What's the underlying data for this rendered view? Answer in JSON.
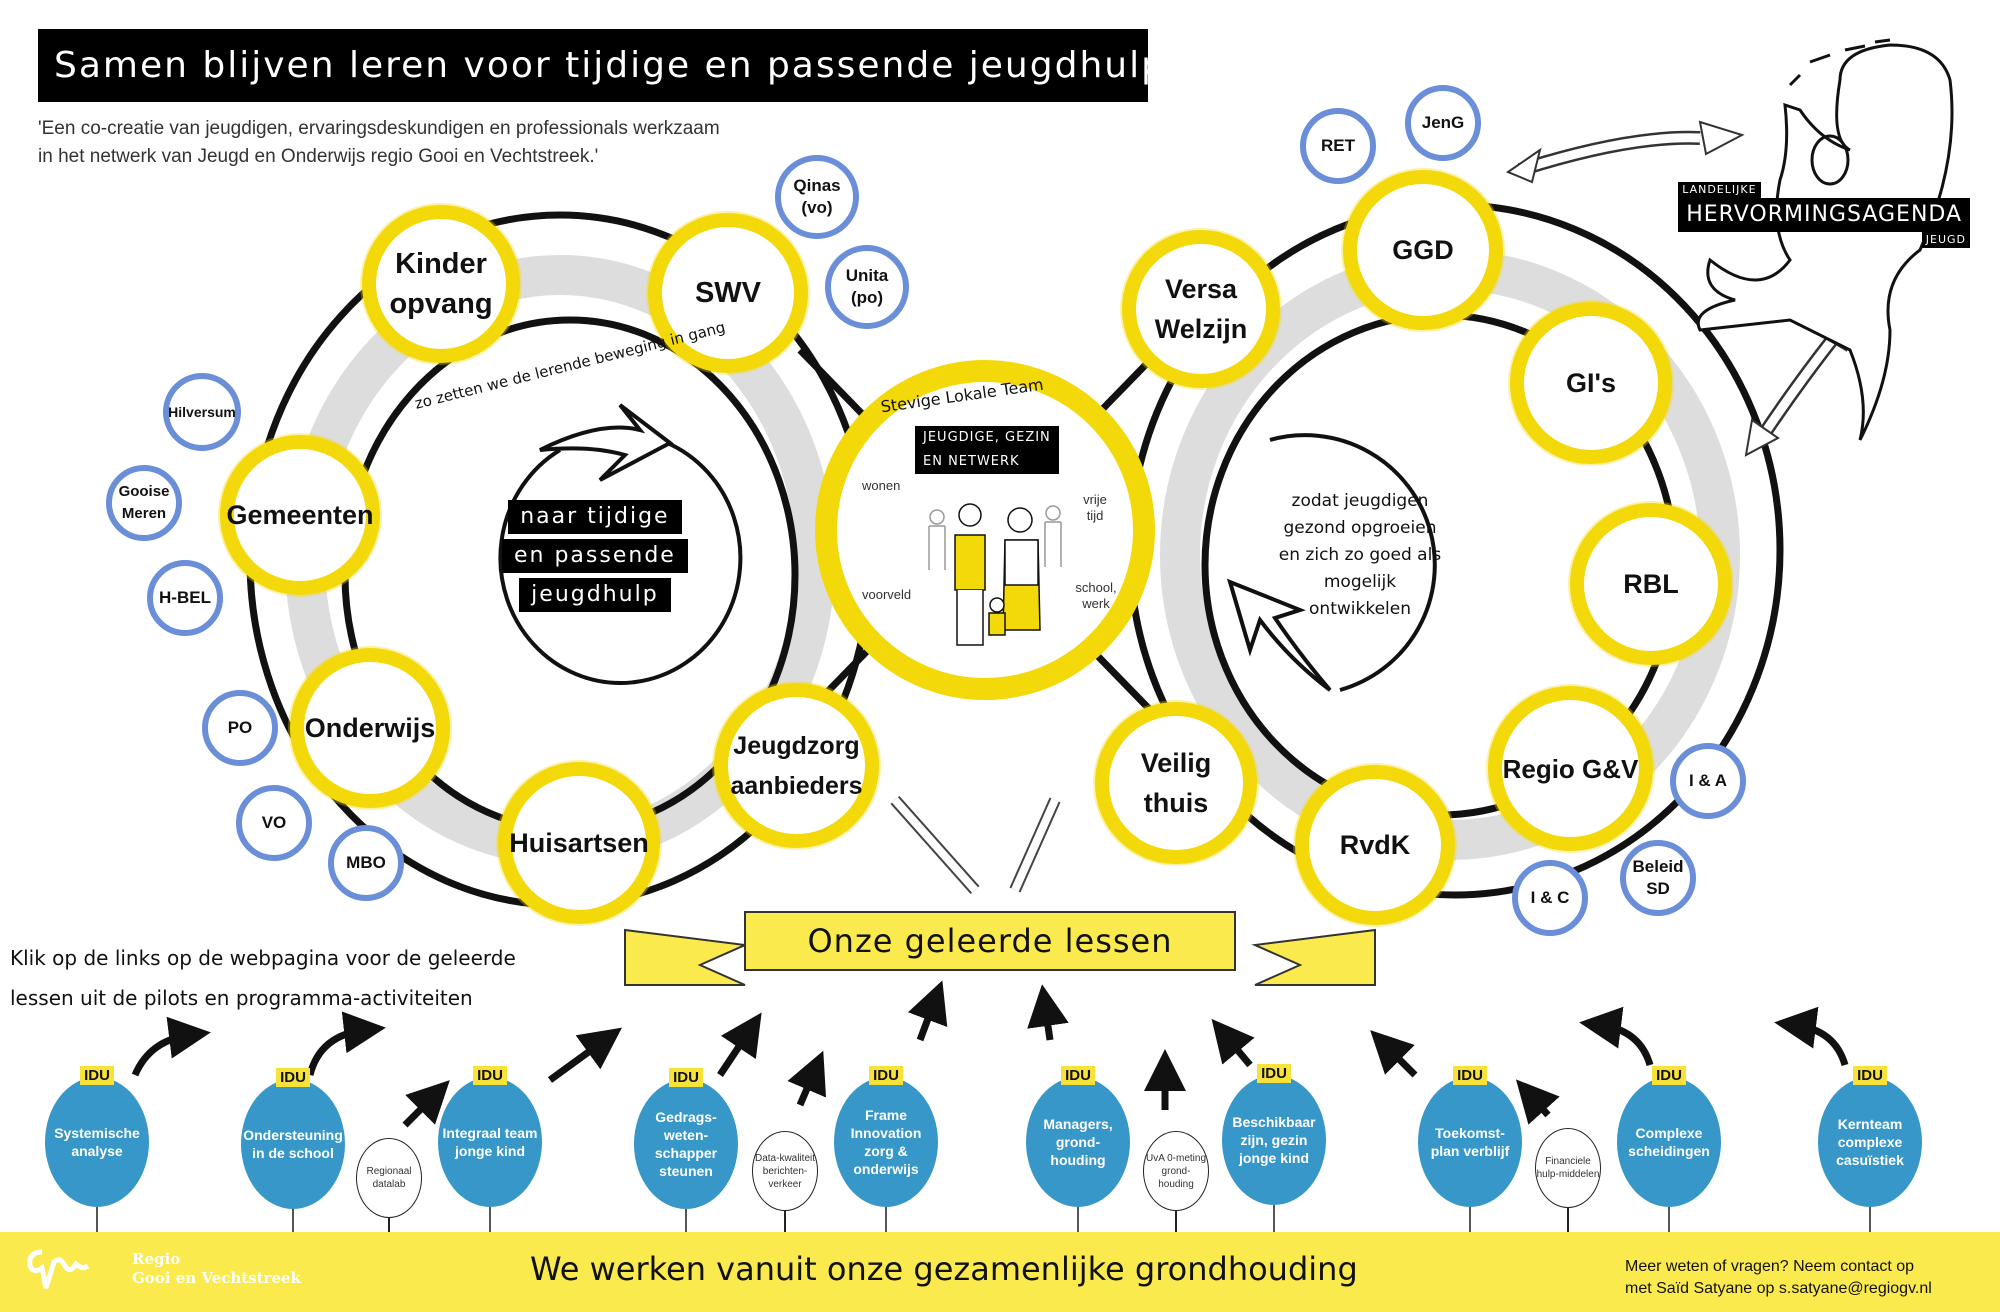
{
  "header": {
    "title": "Samen blijven leren voor tijdige en passende jeugdhulp",
    "subtitle_line1": "'Een co-creatie van jeugdigen, ervaringsdeskundigen en professionals werkzaam",
    "subtitle_line2": "in het netwerk van Jeugd en Onderwijs regio Gooi en Vechtstreek.'"
  },
  "colors": {
    "yellow": "#f3d80a",
    "blue_ring": "#6a8ed8",
    "idu_blue": "#3797c8",
    "footer_yellow": "#fbea4e"
  },
  "left_loop": {
    "partners": [
      "Kinder opvang",
      "SWV",
      "Gemeenten",
      "Onderwijs",
      "Huisartsen",
      "Jeugdzorg aanbieders"
    ],
    "sub_partners": {
      "swv": [
        "Qinas (vo)",
        "Unita (po)"
      ],
      "gemeenten": [
        "Hilversum",
        "Gooise Meren",
        "H-BEL"
      ],
      "onderwijs": [
        "PO",
        "VO",
        "MBO"
      ]
    },
    "arc_text": "zo zetten we de lerende beweging in gang",
    "goal": [
      "naar tijdige",
      "en passende",
      "jeugdhulp"
    ]
  },
  "right_loop": {
    "partners": [
      "Versa Welzijn",
      "GGD",
      "GI's",
      "RBL",
      "Regio G&V",
      "RvdK",
      "Veilig thuis"
    ],
    "sub_partners": {
      "ggd": [
        "RET",
        "JenG"
      ],
      "regio": [
        "I & A",
        "Beleid SD",
        "I & C"
      ]
    },
    "goal": [
      "zodat jeugdigen",
      "gezond opgroeien",
      "en zich zo goed als",
      "mogelijk",
      "ontwikkelen"
    ]
  },
  "center": {
    "ring_label": "Stevige Lokale Team",
    "tag_line1": "JEUGDIGE, GEZIN",
    "tag_line2": "EN NETWERK",
    "labels": {
      "wonen": "wonen",
      "vrije_tijd": "vrije tijd",
      "voorveld": "voorveld",
      "school_werk": "school, werk"
    }
  },
  "national": {
    "small_top": "LANDELIJKE",
    "big": "HERVORMINGSAGENDA",
    "small_bottom": "JEUGD"
  },
  "ribbon": {
    "label": "Onze geleerde lessen"
  },
  "instruction": {
    "line1": "Klik op de links op de webpagina voor de geleerde",
    "line2": "lessen uit de pilots en programma-activiteiten"
  },
  "idu_badge": "IDU",
  "idu_items": [
    {
      "label": "Systemische analyse"
    },
    {
      "label": "Ondersteuning in de school"
    },
    {
      "label": "Integraal team jonge kind"
    },
    {
      "label": "Gedrags-weten-schapper steunen"
    },
    {
      "label": "Frame Innovation zorg & onderwijs"
    },
    {
      "label": "Managers, grond-houding"
    },
    {
      "label": "Beschikbaar zijn, gezin jonge kind"
    },
    {
      "label": "Toekomst-plan verblijf"
    },
    {
      "label": "Complexe scheidingen"
    },
    {
      "label": "Kernteam complexe casuïstiek"
    }
  ],
  "sub_items": [
    {
      "label": "Regionaal datalab"
    },
    {
      "label": "Data-kwaliteit berichten-verkeer"
    },
    {
      "label": "UvA 0-meting grond-houding"
    },
    {
      "label": "Financiele hulp-middelen"
    }
  ],
  "footer": {
    "logo_line1": "Regio",
    "logo_line2": "Gooi en Vechtstreek",
    "slogan": "We werken vanuit onze gezamenlijke grondhouding",
    "contact_line1": "Meer weten of vragen? Neem contact op",
    "contact_line2": "met Saïd Satyane op s.satyane@regiogv.nl"
  }
}
